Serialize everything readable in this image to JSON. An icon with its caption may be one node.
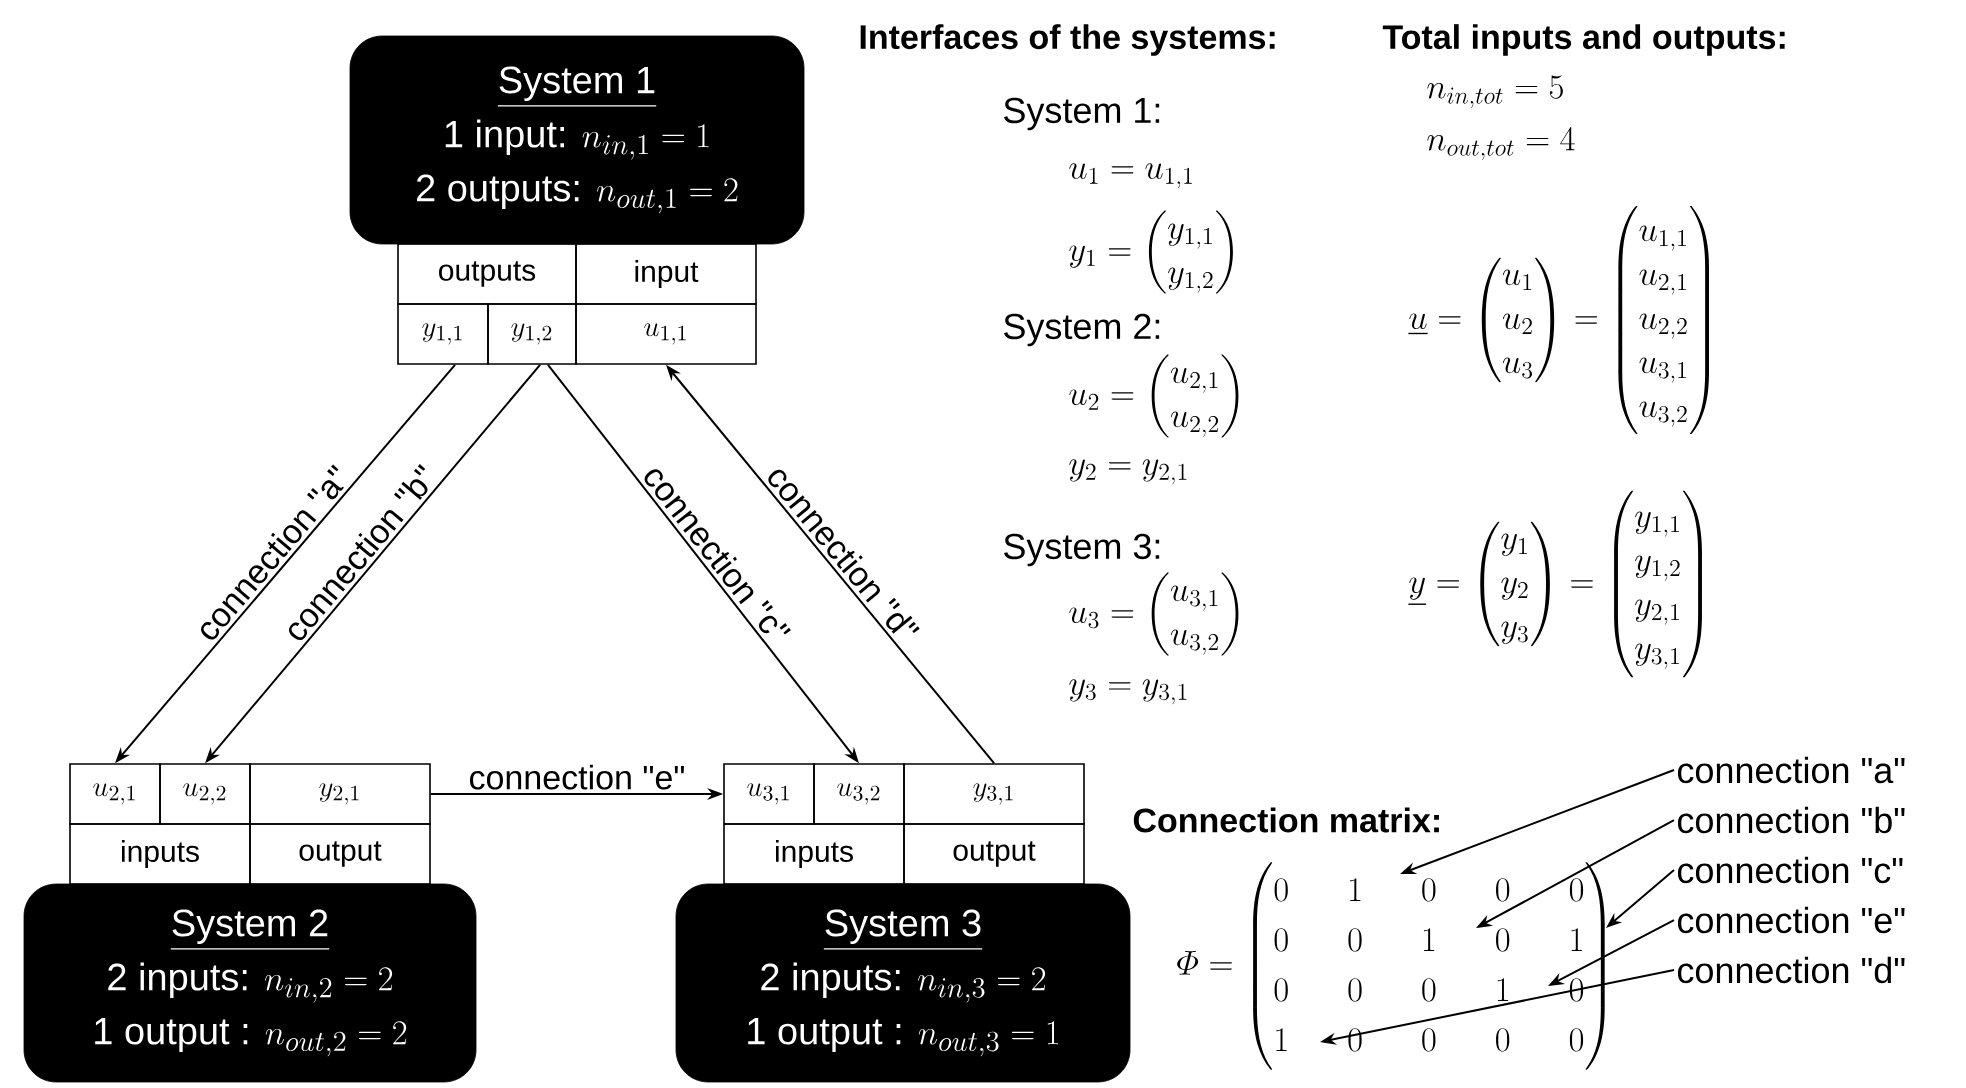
{
  "diagram": {
    "nodes": [
      {
        "text": [
          "System 1",
          "1 input:",
          "n_{in,1} = 1",
          "2 outputs:",
          "n_{out,1} = 2"
        ]
      },
      {
        "text": [
          "outputs"
        ]
      },
      {
        "text": [
          "input"
        ]
      },
      {
        "text": [
          "y_{1,1}"
        ]
      },
      {
        "text": [
          "y_{1,2}"
        ]
      },
      {
        "text": [
          "u_{1,1}"
        ]
      },
      {
        "text": [
          "u_{2,1}"
        ]
      },
      {
        "text": [
          "u_{2,2}"
        ]
      },
      {
        "text": [
          "y_{2,1}"
        ]
      },
      {
        "text": [
          "inputs"
        ]
      },
      {
        "text": [
          "output"
        ]
      },
      {
        "text": [
          "System 2",
          "2 inputs:",
          "n_{in,2} = 2",
          "1 output :",
          "n_{out,2} = 2"
        ]
      },
      {
        "text": [
          "u_{3,1}"
        ]
      },
      {
        "text": [
          "u_{3,2}"
        ]
      },
      {
        "text": [
          "y_{3,1}"
        ]
      },
      {
        "text": [
          "inputs"
        ]
      },
      {
        "text": [
          "output"
        ]
      },
      {
        "text": [
          "System 3",
          "2 inputs:",
          "n_{in,3} = 2",
          "1 output :",
          "n_{out,3} = 1"
        ]
      },
      {
        "text": [
          "connection \"a\""
        ]
      },
      {
        "text": [
          "connection \"b\""
        ]
      },
      {
        "text": [
          "connection \"c\""
        ]
      },
      {
        "text": [
          "connection \"e\""
        ]
      },
      {
        "text": [
          "connection \"d\""
        ]
      },
      {
        "text": [
          "\\varPhi = \\begin{pmatrix}0&1&0&0&0\\\\0&0&1&0&1\\\\0&0&0&1&0\\\\1&0&0&0&0\\end{pmatrix}"
        ]
      }
    ],
    "edges": [
      {
        "from": 3,
        "to": 6,
        "arrow": "to",
        "label": "connection \"a\""
      },
      {
        "from": 4,
        "to": 7,
        "arrow": "to",
        "label": "connection \"b\""
      },
      {
        "from": 4,
        "to": 13,
        "arrow": "to",
        "label": "connection \"c\""
      },
      {
        "from": 14,
        "to": 5,
        "arrow": "to",
        "label": "connection \"d\""
      },
      {
        "from": 8,
        "to": 12,
        "arrow": "to",
        "label": "connection \"e\""
      },
      {
        "from": 18,
        "to": 23,
        "arrow": "to"
      },
      {
        "from": 19,
        "to": 23,
        "arrow": "to"
      },
      {
        "from": 20,
        "to": 23,
        "arrow": "to"
      },
      {
        "from": 21,
        "to": 23,
        "arrow": "to"
      },
      {
        "from": 22,
        "to": 23,
        "arrow": "to"
      }
    ],
    "labels": [
      "Interfaces of the systems:",
      "Total inputs and outputs:",
      "System 1:",
      "u_1 = u_{1,1}",
      "y_1 = \\begin{pmatrix}y_{1,1}\\\\y_{1,2}\\end{pmatrix}",
      "System 2:",
      "u_2 = \\begin{pmatrix}u_{2,1}\\\\u_{2,2}\\end{pmatrix}",
      "y_2 = y_{2,1}",
      "System 3:",
      "u_3 = \\begin{pmatrix}u_{3,1}\\\\u_{3,2}\\end{pmatrix}",
      "y_3 = y_{3,1}",
      "n_{in,tot} = 5",
      "n_{out,tot} = 4",
      "\\underline{u} = \\begin{pmatrix}u_1\\\\u_2\\\\u_3\\end{pmatrix} = \\begin{pmatrix}u_{1,1}\\\\u_{2,1}\\\\u_{2,2}\\\\u_{3,1}\\\\u_{3,2}\\end{pmatrix}",
      "\\underline{y} = \\begin{pmatrix}y_1\\\\y_2\\\\y_3\\end{pmatrix} = \\begin{pmatrix}y_{1,1}\\\\y_{1,2}\\\\y_{2,1}\\\\y_{3,1}\\end{pmatrix}",
      "Connection matrix:"
    ]
  }
}
